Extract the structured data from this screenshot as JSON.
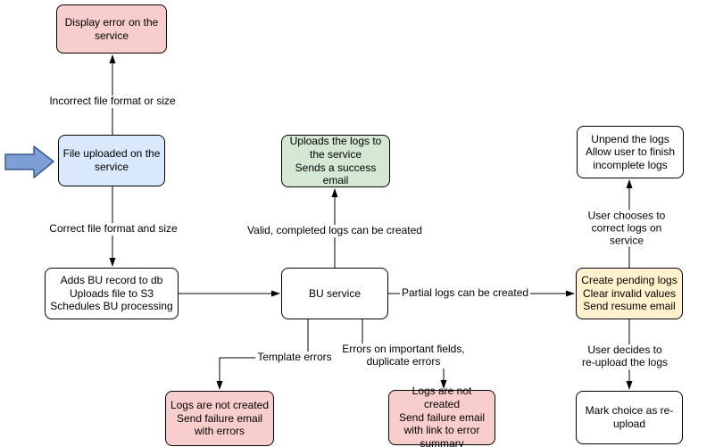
{
  "diagram": {
    "nodes": {
      "display_error": {
        "text": "Display error on the service",
        "fill": "#f8cecc"
      },
      "file_uploaded": {
        "text": "File uploaded on the service",
        "fill": "#dae8fc"
      },
      "adds_bu_record": {
        "text": "Adds BU record to db\nUploads file to S3\nSchedules BU processing",
        "fill": "#ffffff"
      },
      "uploads_logs": {
        "text": "Uploads the logs to the service\nSends a success email",
        "fill": "#d5e8d4"
      },
      "bu_service": {
        "text": "BU service",
        "fill": "#ffffff"
      },
      "create_pending": {
        "text": "Create pending logs\nClear invalid values\nSend resume email",
        "fill": "#fff2cc"
      },
      "unpend_logs": {
        "text": "Unpend the logs\nAllow user to finish incomplete logs",
        "fill": "#ffffff"
      },
      "mark_choice": {
        "text": "Mark choice as re-upload",
        "fill": "#ffffff"
      },
      "logs_not_created_errors": {
        "text": "Logs are not created\nSend failure email with errors",
        "fill": "#f8cecc"
      },
      "logs_not_created_summary": {
        "text": "Logs are not created\nSend failure email with link to error summary",
        "fill": "#f8cecc"
      }
    },
    "edge_labels": {
      "incorrect_format": "Incorrect file format or size",
      "correct_format": "Correct file format and size",
      "valid_logs": "Valid, completed logs can be created",
      "partial_logs": "Partial logs can be created",
      "user_corrects": "User chooses to correct logs on service",
      "user_reuploads": "User decides to re-upload the logs",
      "template_errors": "Template errors",
      "field_errors": "Errors on important fields,\nduplicate errors"
    },
    "colors": {
      "node_pink": "#f8cecc",
      "node_blue": "#dae8fc",
      "node_green": "#d5e8d4",
      "node_yellow": "#fff2cc",
      "node_white": "#ffffff",
      "node_border": "#000000",
      "edge_line": "#000000",
      "entry_arrow_fill": "#7e9fd6",
      "entry_arrow_stroke": "#3b5a8f"
    }
  }
}
